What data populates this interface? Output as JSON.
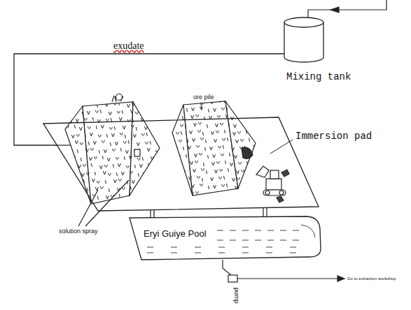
{
  "diagram": {
    "nodes": [
      {
        "text": [
          "Mixing tank"
        ]
      },
      {
        "text": [
          "Immersion pad"
        ]
      },
      {
        "text": [
          "Eryi Guiye Pool"
        ]
      }
    ],
    "edges": [
      {
        "from": 0,
        "to": 1,
        "arrow": "none",
        "label": "exudate"
      },
      {
        "from": 1,
        "to": 2,
        "arrow": "none"
      }
    ],
    "labels": [
      "ore pile",
      "solution spray",
      "Go to extraction workshop",
      "pump"
    ]
  }
}
